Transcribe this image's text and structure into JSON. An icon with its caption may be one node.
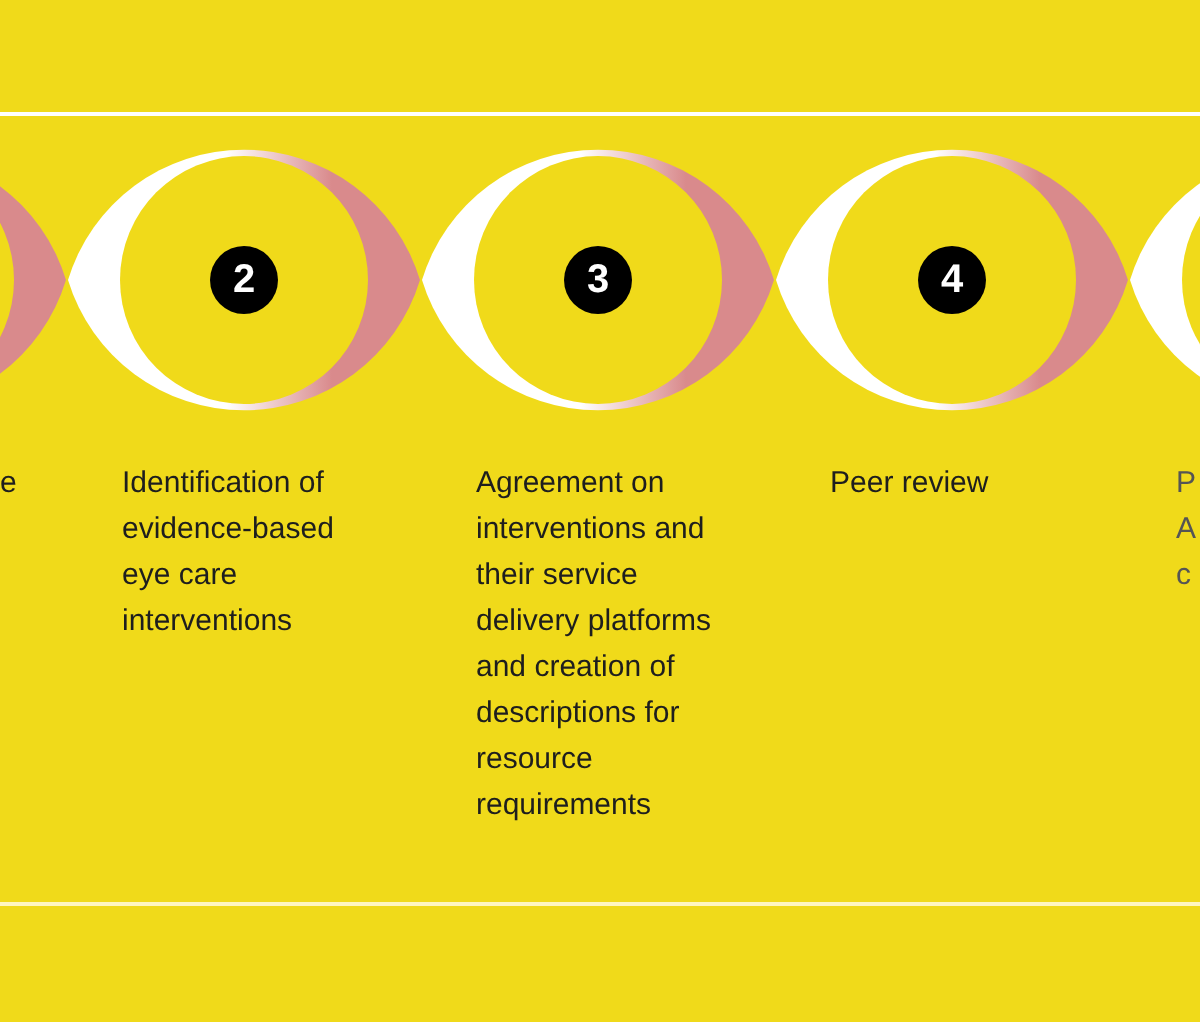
{
  "diagram": {
    "nodes": [
      {
        "text": [
          "2"
        ],
        "beside": [
          "Identification of evidence-based eye care interventions"
        ]
      },
      {
        "text": [
          "3"
        ],
        "beside": [
          "Agreement on interventions and their service delivery platforms and creation of descriptions for resource requirements"
        ]
      },
      {
        "text": [
          "4"
        ],
        "beside": [
          "Peer review"
        ]
      }
    ],
    "labels": [
      "e",
      "P A c"
    ]
  }
}
